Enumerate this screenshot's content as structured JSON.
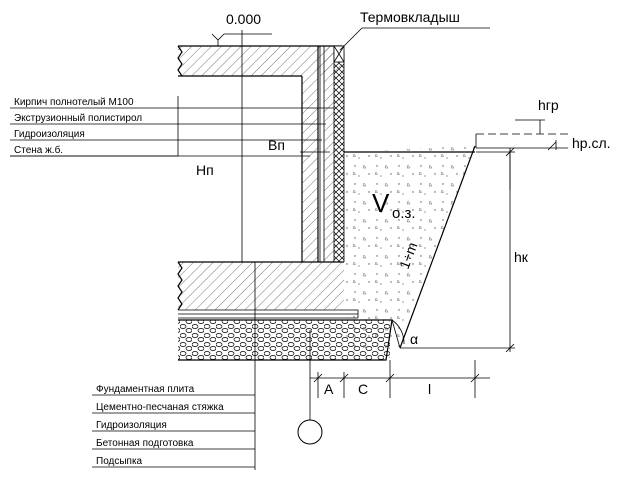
{
  "elevation_mark": "0.000",
  "thermal_insert_label": "Термовкладыш",
  "wall_layers": [
    "Кирпич полнотелый М100",
    "Экструзионный полистирол",
    "Гидроизоляция",
    "Стена ж.б."
  ],
  "foundation_layers": [
    "Фундаментная плита",
    "Цементно-песчаная стяжка",
    "Гидроизоляция",
    "Бетонная подготовка",
    "Подсыпка"
  ],
  "dimensions": {
    "basement_height": "Hп",
    "insulation_height": "Bп",
    "pit_depth": "hк",
    "soil_layer": "hгр",
    "plant_layer_level": "hр.сл.",
    "gap_a": "A",
    "gap_c": "C",
    "gap_l": "l"
  },
  "volume_label": {
    "main": "V",
    "subscript": "о.з."
  },
  "slope_label": "1÷m",
  "angle_label": "α"
}
